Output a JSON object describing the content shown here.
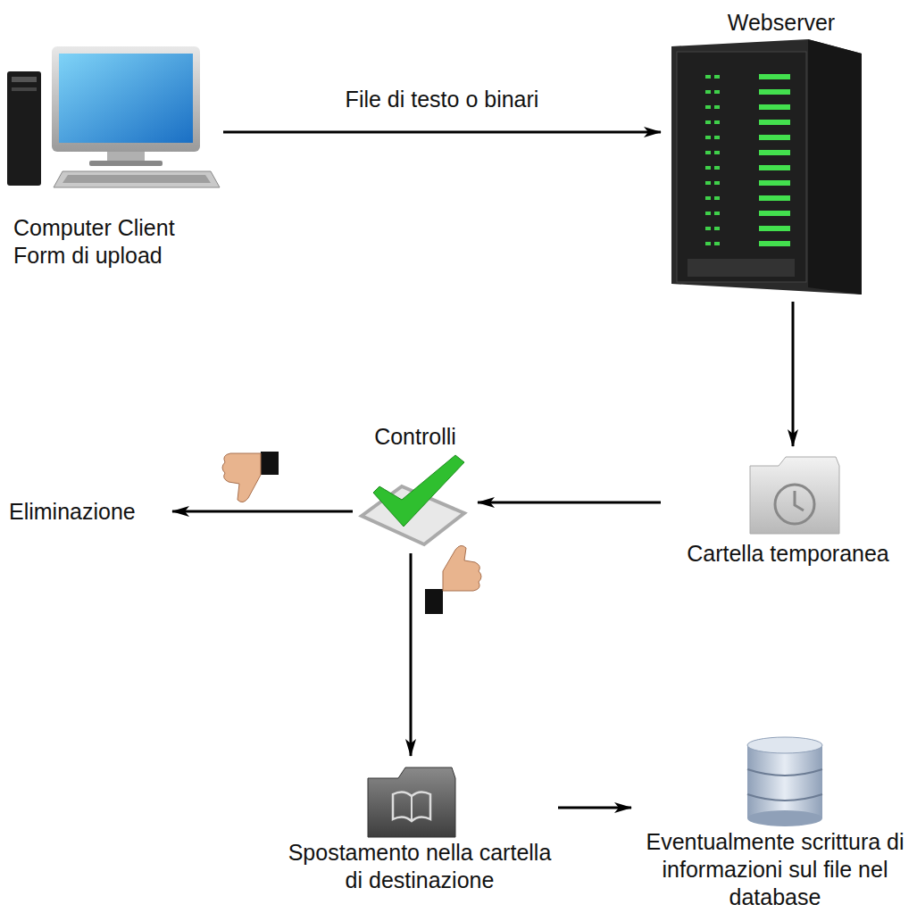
{
  "diagram": {
    "nodes": [
      {
        "text": [
          "Computer Client Form di upload"
        ]
      },
      {
        "text": [
          "Webserver"
        ]
      },
      {
        "text": [
          "Cartella temporanea"
        ]
      },
      {
        "text": [
          "Controlli"
        ]
      },
      {
        "text": [
          "Eliminazione"
        ]
      },
      {
        "text": [
          "Spostamento nella cartella di destinazione"
        ]
      },
      {
        "text": [
          "Eventualmente scrittura di informazioni sul file nel database"
        ]
      }
    ],
    "edges": [
      {
        "from": 0,
        "to": 1,
        "label": "File di testo o binari",
        "arrow": "to"
      },
      {
        "from": 1,
        "to": 2,
        "arrow": "to"
      },
      {
        "from": 2,
        "to": 3,
        "arrow": "to"
      },
      {
        "from": 3,
        "to": 4,
        "arrow": "to"
      },
      {
        "from": 3,
        "to": 5,
        "arrow": "to"
      },
      {
        "from": 5,
        "to": 6,
        "arrow": "to"
      }
    ]
  }
}
